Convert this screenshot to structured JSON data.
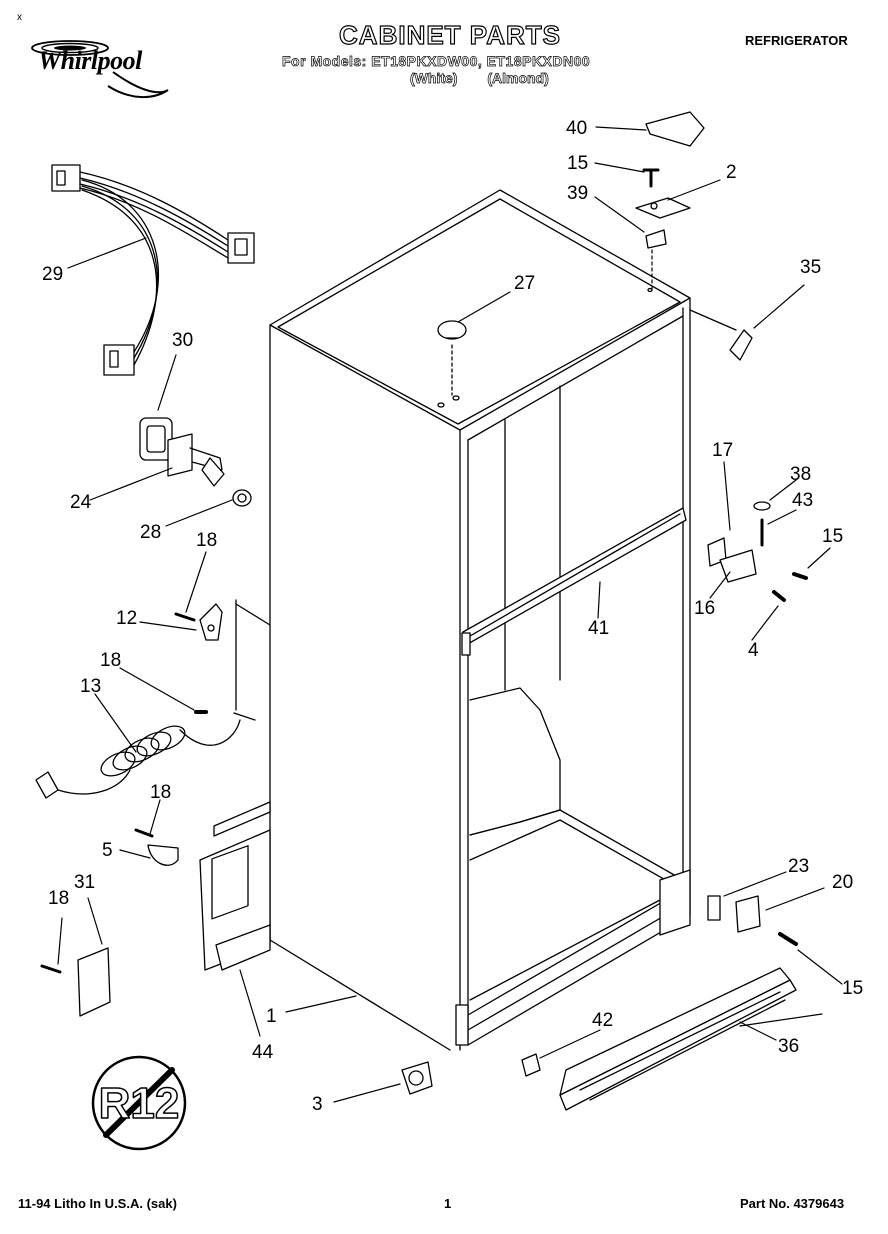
{
  "header": {
    "title": "CABINET PARTS",
    "models": "For Models: ET18PKXDW00, ET18PKXDN00",
    "variant_white": "(White)",
    "variant_almond": "(Almond)",
    "category": "REFRIGERATOR"
  },
  "logo": {
    "brand": "Whirlpool",
    "mark": "x"
  },
  "footer": {
    "print_info": "11-94 Litho In U.S.A. (sak)",
    "page": "1",
    "part_no": "Part No. 4379643"
  },
  "refrigerant_badge": "R12",
  "callouts": {
    "c1": "1",
    "c2": "2",
    "c3": "3",
    "c4": "4",
    "c5": "5",
    "c12": "12",
    "c13": "13",
    "c15a": "15",
    "c15b": "15",
    "c15c": "15",
    "c16": "16",
    "c17": "17",
    "c18a": "18",
    "c18b": "18",
    "c18c": "18",
    "c18d": "18",
    "c20": "20",
    "c23": "23",
    "c24": "24",
    "c27": "27",
    "c28": "28",
    "c29": "29",
    "c30": "30",
    "c31": "31",
    "c35": "35",
    "c36": "36",
    "c38": "38",
    "c39": "39",
    "c40": "40",
    "c41": "41",
    "c42": "42",
    "c43": "43",
    "c44": "44"
  }
}
